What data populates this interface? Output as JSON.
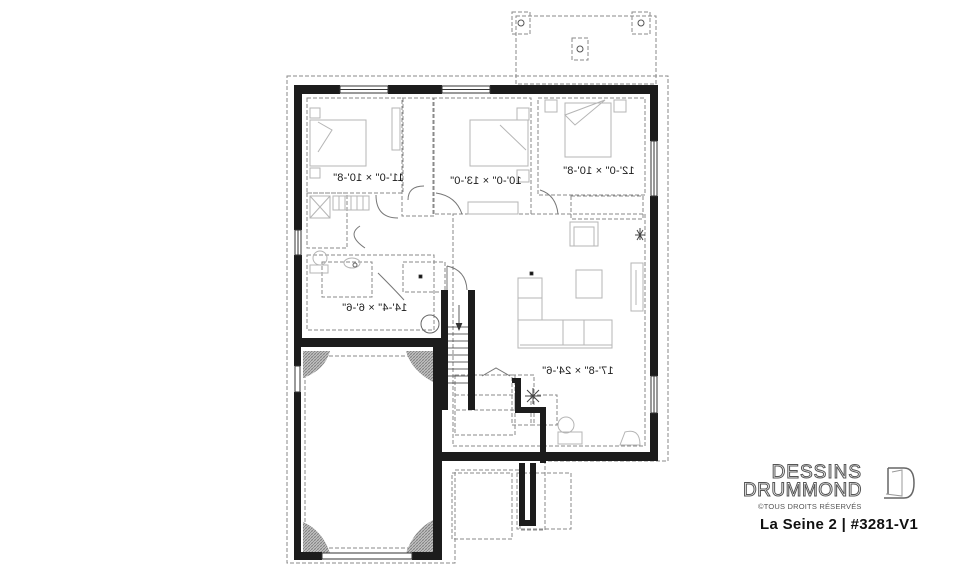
{
  "floor_plan": {
    "type": "basement floor plan",
    "text_mirrored": true,
    "rooms": [
      {
        "id": "bedroom-1",
        "dimensions": "11'-0\" × 10'-8\""
      },
      {
        "id": "bedroom-2",
        "dimensions": "10'-0\" × 13'-0\""
      },
      {
        "id": "bedroom-3",
        "dimensions": "12'-0\" × 10'-8\""
      },
      {
        "id": "bathroom-laundry",
        "dimensions": "14'-4\" × 6'-6\""
      },
      {
        "id": "family-room",
        "dimensions": "17'-8\" × 24'-6\""
      }
    ],
    "colors": {
      "wall": "#1c1c1c",
      "dashed_line": "#8a8a8a",
      "furniture": "#b5b5b5",
      "hatch": "#9a9a9a"
    }
  },
  "branding": {
    "logo_line1": "DESSINS",
    "logo_line2": "DRUMMOND",
    "copyright": "©TOUS DROITS RÉSERVÉS",
    "plan_name": "La Seine 2 | #3281-V1"
  }
}
